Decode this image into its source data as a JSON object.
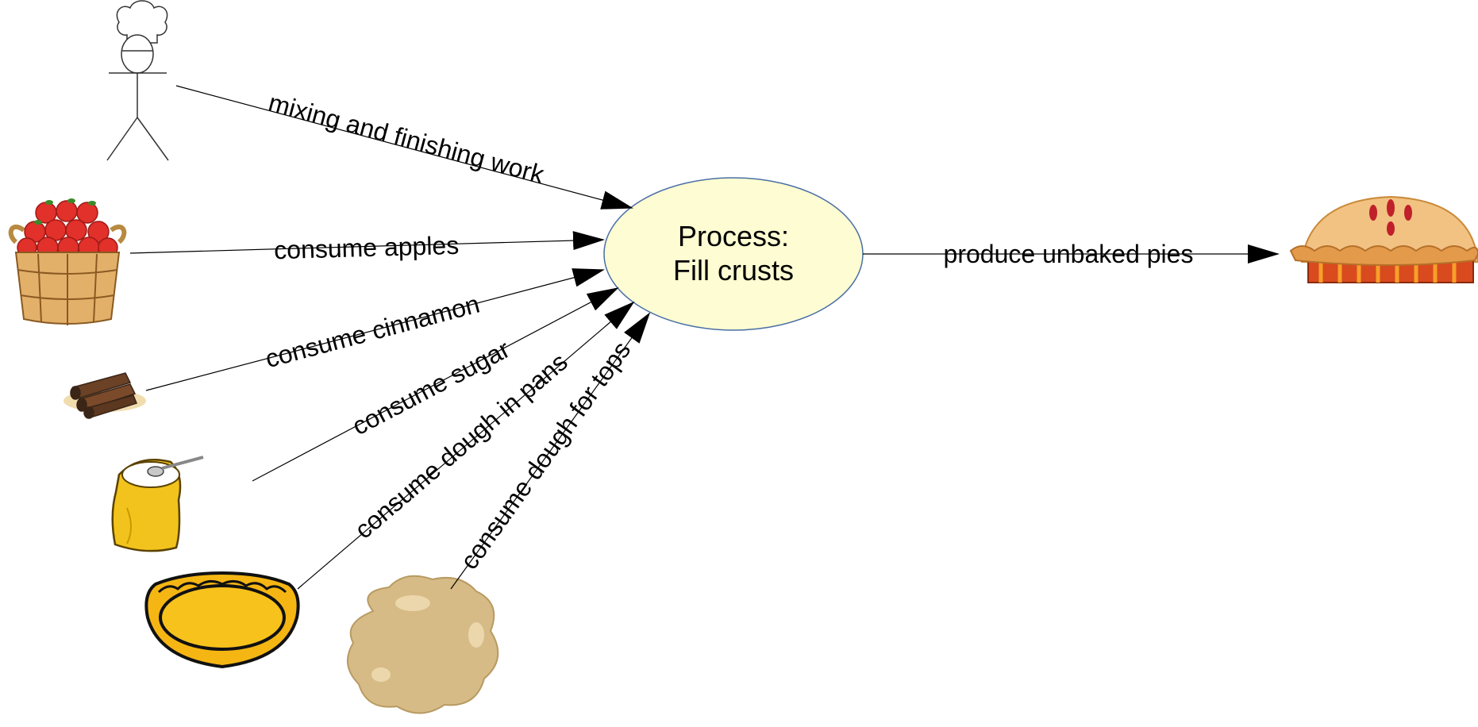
{
  "process": {
    "title_line1": "Process:",
    "title_line2": "Fill crusts",
    "fill_color": "#fdfcd2",
    "stroke_color": "#4a6fa5"
  },
  "edges": {
    "labor": "mixing and finishing work",
    "apples": "consume apples",
    "cinnamon": "consume cinnamon",
    "sugar": "consume sugar",
    "dough_pans": "consume dough in pans",
    "dough_tops": "consume dough for tops",
    "output": "produce unbaked pies"
  },
  "icons": {
    "worker": "stick-figure-chef-icon",
    "apples": "apple-basket-icon",
    "cinnamon": "cinnamon-sticks-icon",
    "sugar": "sugar-bag-icon",
    "pan": "pie-crust-pan-icon",
    "dough": "dough-ball-icon",
    "pie": "unbaked-pie-icon"
  }
}
